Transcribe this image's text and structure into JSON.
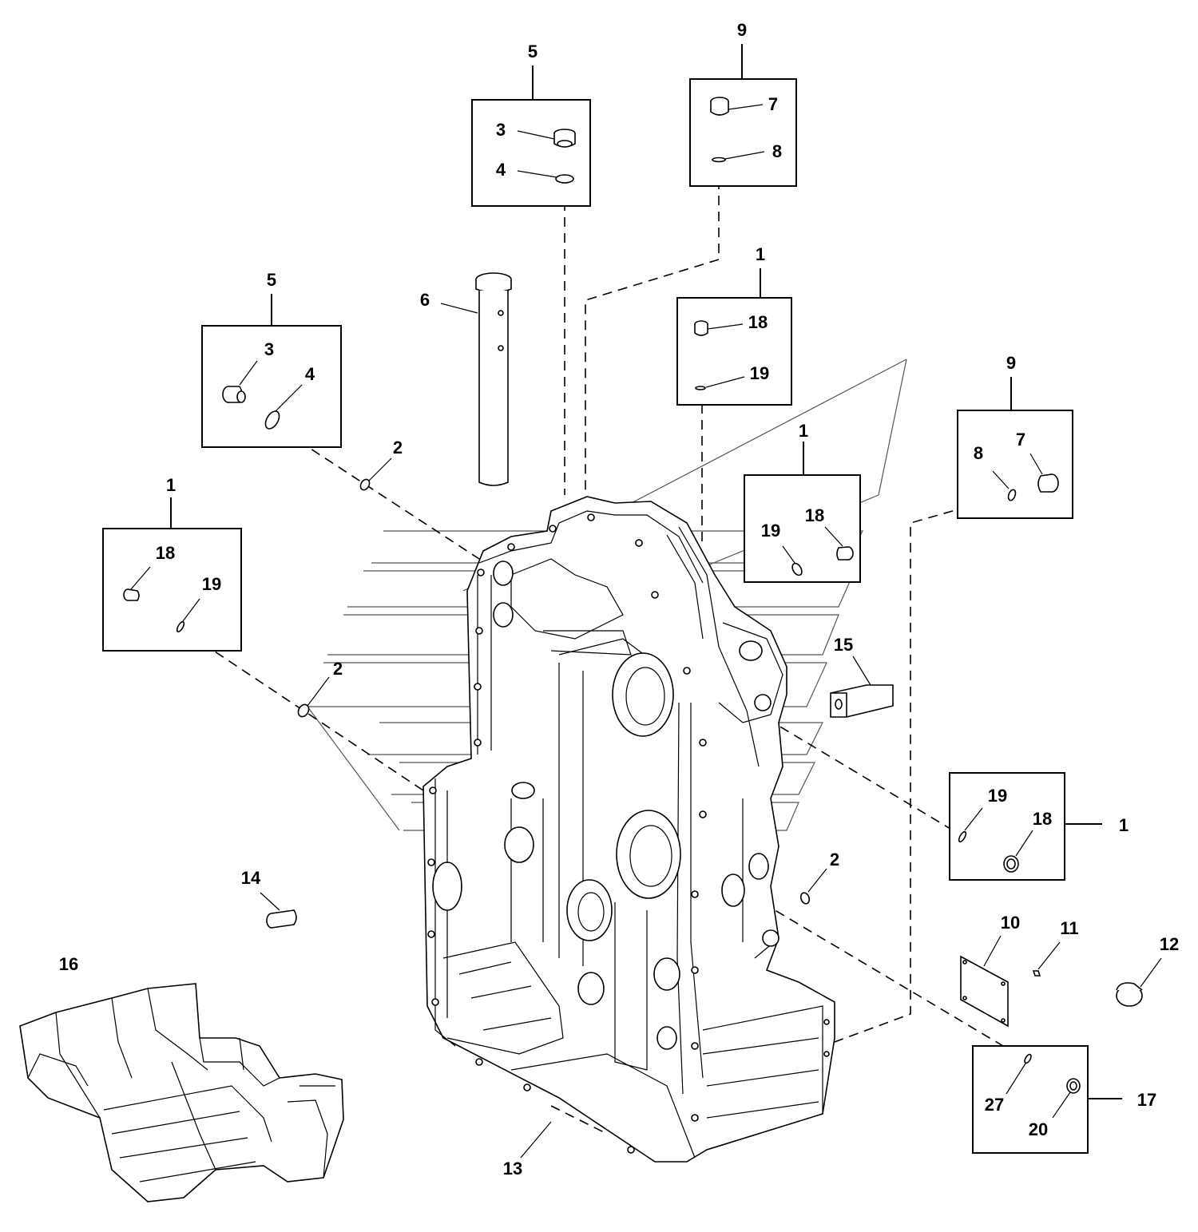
{
  "diagram": {
    "callouts": {
      "c5_top": "5",
      "c9_top": "9",
      "c3_top": "3",
      "c4_top": "4",
      "c7_top": "7",
      "c8_top": "8",
      "c6": "6",
      "c5_left": "5",
      "c3_left": "3",
      "c4_left": "4",
      "c1_center": "1",
      "c18_center": "18",
      "c19_center": "19",
      "c9_right": "9",
      "c8_right": "8",
      "c7_right": "7",
      "c1_mid": "1",
      "c19_mid": "19",
      "c18_mid": "18",
      "c2_upper": "2",
      "c1_left": "1",
      "c18_left": "18",
      "c19_left": "19",
      "c2_left": "2",
      "c15": "15",
      "c19_lower": "19",
      "c18_lower": "18",
      "c1_lower": "1",
      "c2_lower": "2",
      "c14": "14",
      "c16": "16",
      "c10": "10",
      "c11": "11",
      "c12": "12",
      "c27": "27",
      "c20": "20",
      "c17": "17",
      "c13": "13"
    }
  }
}
